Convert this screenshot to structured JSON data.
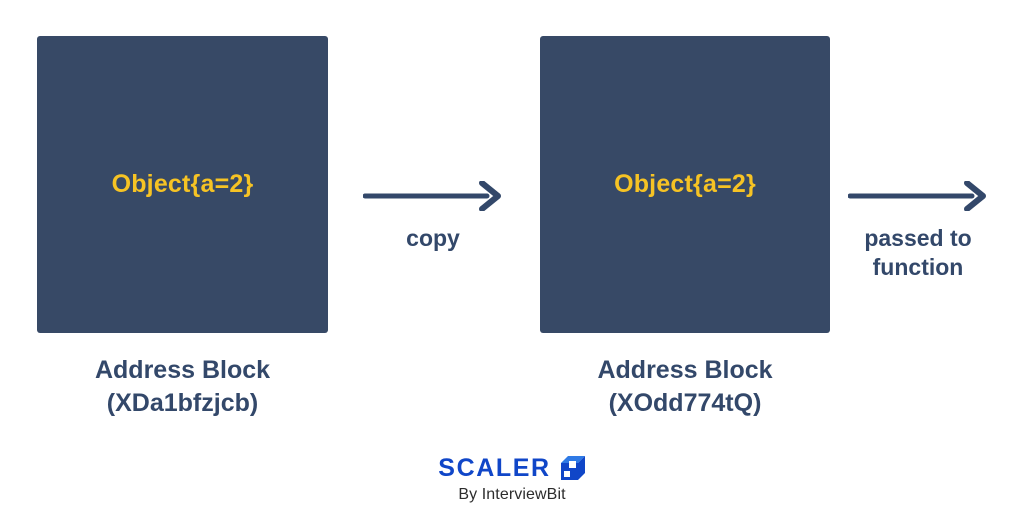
{
  "diagram": {
    "title": "Object copy and pass-to-function memory diagram",
    "colors": {
      "block_fill": "#374966",
      "block_text": "#f6c324",
      "label_text": "#33486a",
      "arrow": "#33486a",
      "background": "#ffffff",
      "logo_blue": "#1046c8",
      "logo_sub_text": "#2d2d2d"
    },
    "blocks": [
      {
        "id": "block-1",
        "content": "Object{a=2}",
        "caption_line1": "Address Block",
        "caption_line2": "(XDa1bfzjcb)"
      },
      {
        "id": "block-2",
        "content": "Object{a=2}",
        "caption_line1": "Address Block",
        "caption_line2": "(XOdd774tQ)"
      }
    ],
    "arrows": [
      {
        "id": "arrow-copy",
        "icon": "arrow-right-icon",
        "label_line1": "copy",
        "label_line2": ""
      },
      {
        "id": "arrow-passed-to-function",
        "icon": "arrow-right-icon",
        "label_line1": "passed to",
        "label_line2": "function"
      }
    ]
  },
  "footer": {
    "brand": "SCALER",
    "mark": "scaler-cube-icon",
    "tagline": "By InterviewBit"
  }
}
